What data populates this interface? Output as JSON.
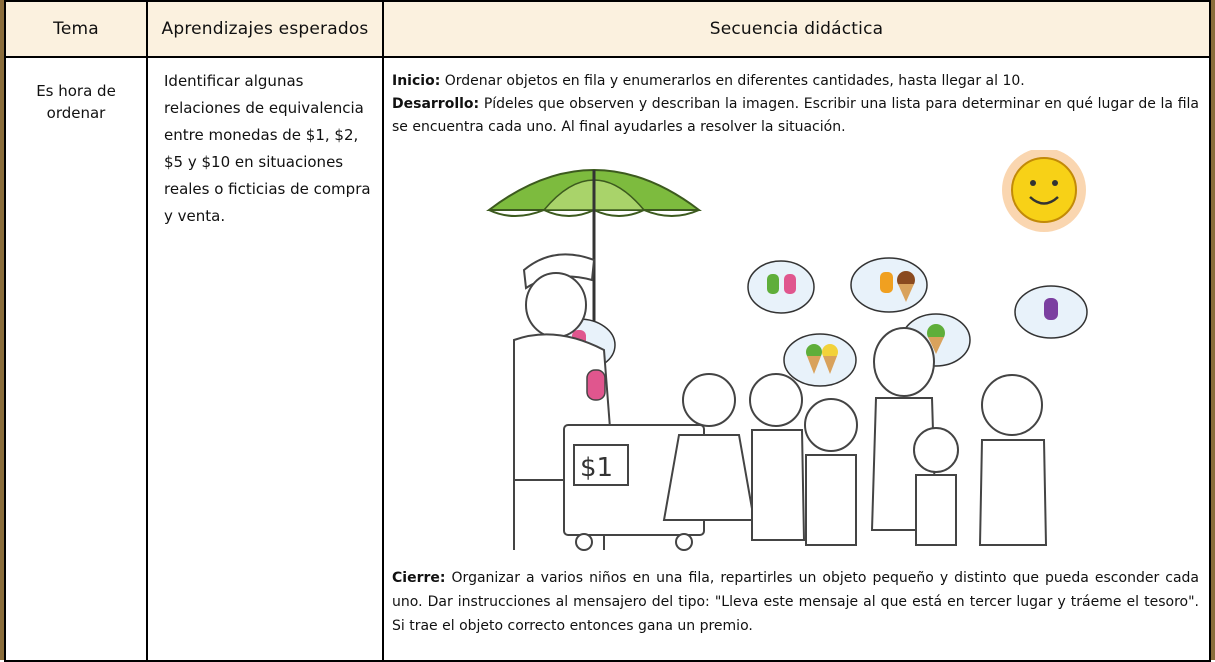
{
  "headers": {
    "tema": "Tema",
    "aprendizajes": "Aprendizajes esperados",
    "secuencia": "Secuencia didáctica"
  },
  "row": {
    "tema": "Es hora de ordenar",
    "aprendizajes": "Identificar algunas relaciones de equivalencia entre monedas de $1, $2, $5 y $10 en situaciones reales o ficticias de compra y venta.",
    "inicio_label": "Inicio:",
    "inicio_text": " Ordenar objetos en fila y enumerarlos en diferentes cantidades, hasta llegar al 10.",
    "desarrollo_label": "Desarrollo:",
    "desarrollo_text": " Pídeles que observen y describan la imagen. Escribir una lista para determinar en qué lugar de la fila se encuentra cada uno. Al final ayudarles a resolver la situación.",
    "cierre_label": "Cierre:",
    "cierre_text": " Organizar a varios niños en una fila, repartirles un objeto pequeño y distinto que pueda esconder cada uno. Dar instrucciones al mensajero del tipo: \"Lleva este mensaje al que está en tercer lugar y tráeme el tesoro\". Si trae el objeto correcto entonces gana un premio."
  },
  "illustration": {
    "price_sign": "$1",
    "colors": {
      "umbrella_green": "#7dbb3e",
      "umbrella_light": "#a9d36a",
      "sun": "#f7d117",
      "sun_ray": "#f08a1c",
      "popsicle_pink": "#e0568e",
      "popsicle_green": "#5fae3a",
      "popsicle_orange": "#f0a020",
      "popsicle_purple": "#7b3fa0",
      "cone": "#d9a25c",
      "scoop_brown": "#8a4a1f",
      "scoop_yellow": "#f2d23a"
    }
  },
  "colors": {
    "header_bg": "#fbf1df",
    "frame_strip": "#8a6d3b"
  }
}
